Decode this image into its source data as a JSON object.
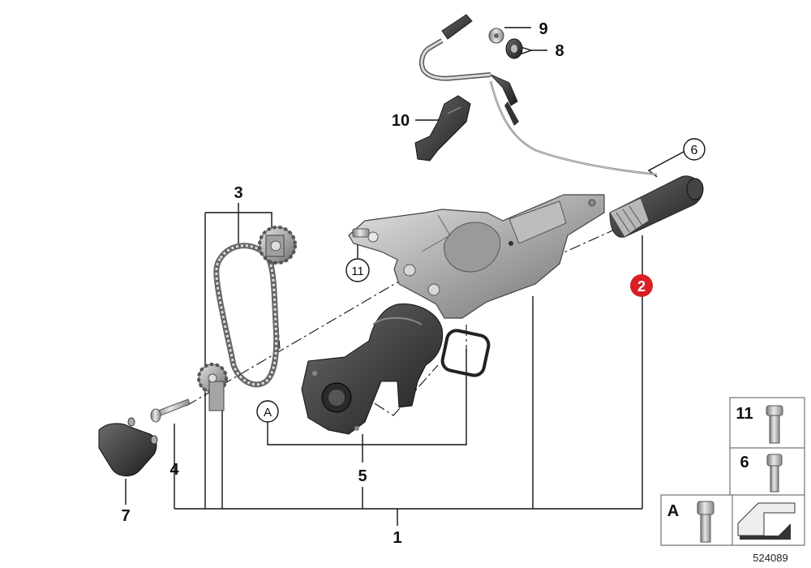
{
  "diagram": {
    "callouts": [
      {
        "id": "1",
        "text": "1"
      },
      {
        "id": "2",
        "text": "2"
      },
      {
        "id": "3",
        "text": "3"
      },
      {
        "id": "4",
        "text": "4"
      },
      {
        "id": "5",
        "text": "5"
      },
      {
        "id": "6",
        "text": "6"
      },
      {
        "id": "7",
        "text": "7"
      },
      {
        "id": "8",
        "text": "8"
      },
      {
        "id": "9",
        "text": "9"
      },
      {
        "id": "10",
        "text": "10"
      },
      {
        "id": "11",
        "text": "11"
      },
      {
        "id": "A",
        "text": "A"
      }
    ],
    "legend": {
      "row_11": "11",
      "row_6": "6",
      "row_A": "A"
    },
    "diagram_number": "524089",
    "colors": {
      "highlight_badge": "#d91f26",
      "line": "#111111",
      "part_dark": "#3a3a3a",
      "part_mid": "#8c8c8c",
      "part_light": "#cfcfcf"
    }
  }
}
